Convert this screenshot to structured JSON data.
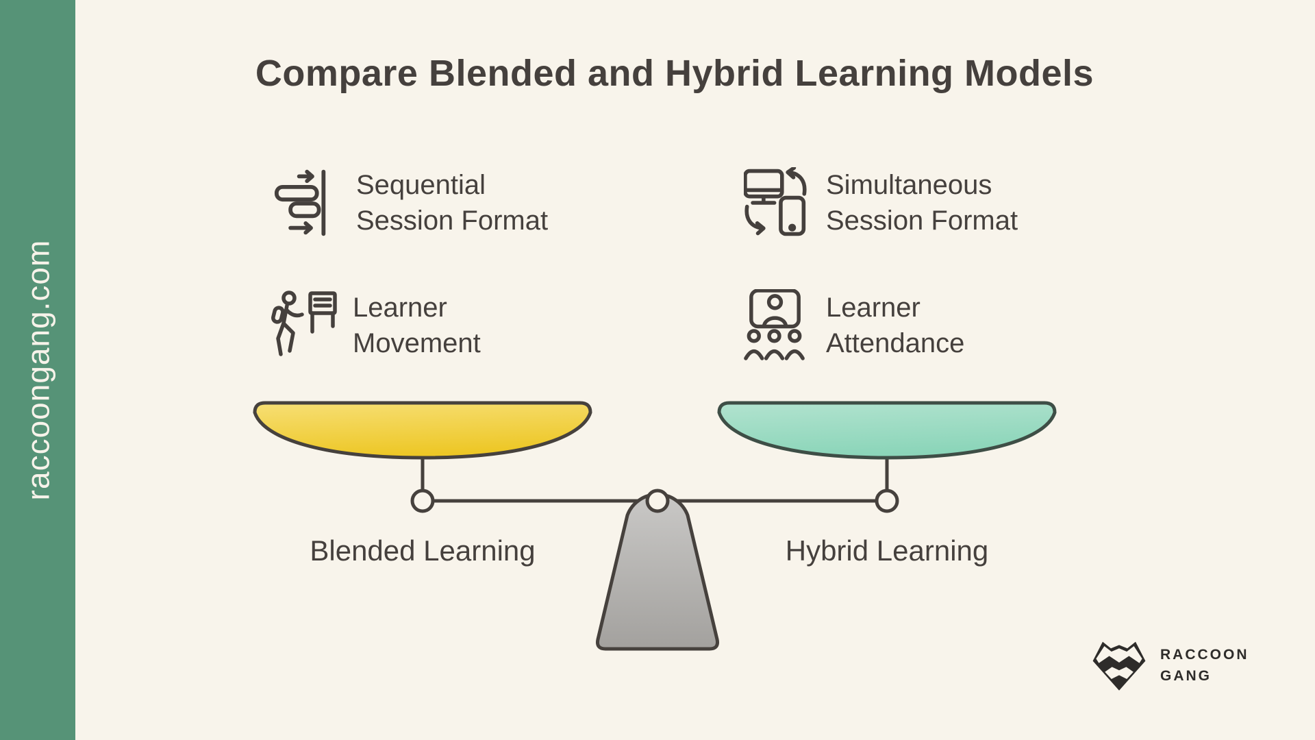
{
  "sidebar": {
    "url": "raccoongang.com"
  },
  "title": "Compare Blended and Hybrid Learning Models",
  "features": {
    "left": [
      {
        "icon": "sequence-icon",
        "lines": [
          "Sequential",
          "Session Format"
        ]
      },
      {
        "icon": "walking-person-icon",
        "lines": [
          "Learner",
          "Movement"
        ]
      }
    ],
    "right": [
      {
        "icon": "device-sync-icon",
        "lines": [
          "Simultaneous",
          "Session Format"
        ]
      },
      {
        "icon": "attendance-icon",
        "lines": [
          "Learner",
          "Attendance"
        ]
      }
    ]
  },
  "scale": {
    "left_label": "Blended Learning",
    "right_label": "Hybrid Learning"
  },
  "logo": {
    "line1": "RACCOON",
    "line2": "GANG"
  },
  "colors": {
    "background": "#f8f4eb",
    "sidebar_green": "#569377",
    "text_dark": "#45403d",
    "outline": "#46413d",
    "pan_left_light": "#f7df75",
    "pan_left_dark": "#edc726",
    "pan_right_light": "#b2e3cf",
    "pan_right_dark": "#8bd5b9",
    "pan_right_outline": "#3e4e46",
    "fulcrum_light": "#c9c8c6",
    "fulcrum_dark": "#a3a19e",
    "cream_text": "#f7f3ea",
    "logo_dark": "#2e2c2a"
  }
}
